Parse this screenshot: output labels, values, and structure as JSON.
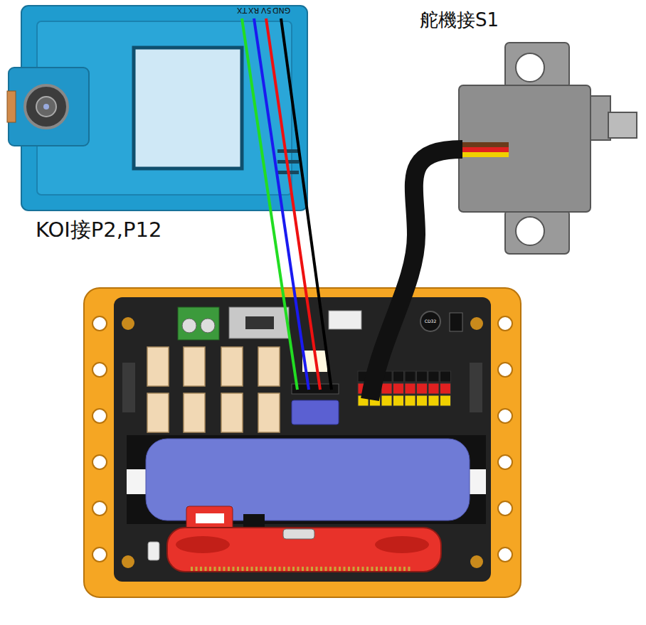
{
  "diagram": {
    "labels": [
      "舵機接S1",
      "KOI接P2,P12",
      "TX",
      "RX",
      "5V",
      "GND",
      "CD32"
    ]
  }
}
